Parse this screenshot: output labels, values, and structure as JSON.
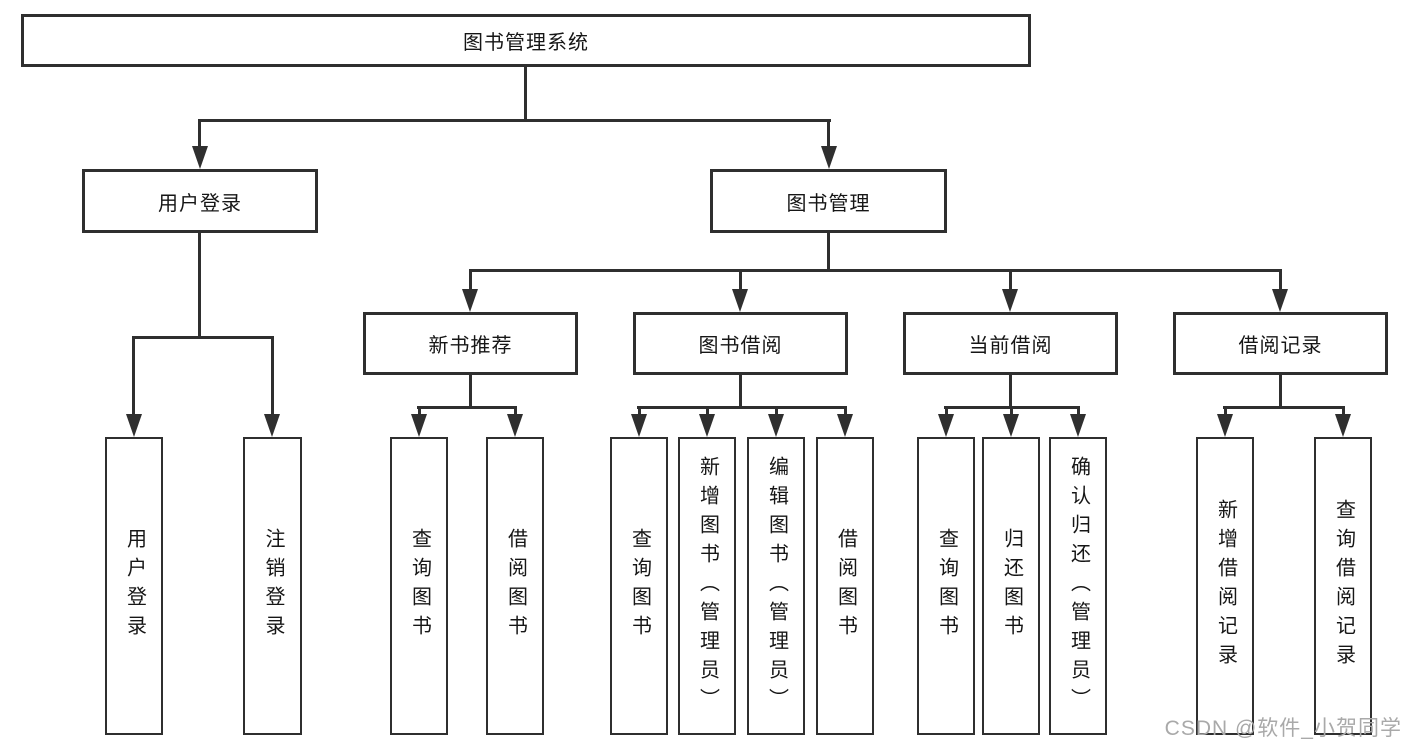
{
  "tree": {
    "label": "图书管理系统",
    "children": [
      {
        "label": "用户登录",
        "children": [
          {
            "label": "用户登录"
          },
          {
            "label": "注销登录"
          }
        ]
      },
      {
        "label": "图书管理",
        "children": [
          {
            "label": "新书推荐",
            "children": [
              {
                "label": "查询图书"
              },
              {
                "label": "借阅图书"
              }
            ]
          },
          {
            "label": "图书借阅",
            "children": [
              {
                "label": "查询图书"
              },
              {
                "label": "新增图书（管理员）"
              },
              {
                "label": "编辑图书（管理员）"
              },
              {
                "label": "借阅图书"
              }
            ]
          },
          {
            "label": "当前借阅",
            "children": [
              {
                "label": "查询图书"
              },
              {
                "label": "归还图书"
              },
              {
                "label": "确认归还（管理员）"
              }
            ]
          },
          {
            "label": "借阅记录",
            "children": [
              {
                "label": "新增借阅记录"
              },
              {
                "label": "查询借阅记录"
              }
            ]
          }
        ]
      }
    ]
  },
  "watermark": {
    "text": "CSDN @软件_小贺同学"
  },
  "colors": {
    "line": "#2f2f2f",
    "text": "#161616",
    "watermark": "#a9a9a9",
    "background": "#ffffff"
  }
}
